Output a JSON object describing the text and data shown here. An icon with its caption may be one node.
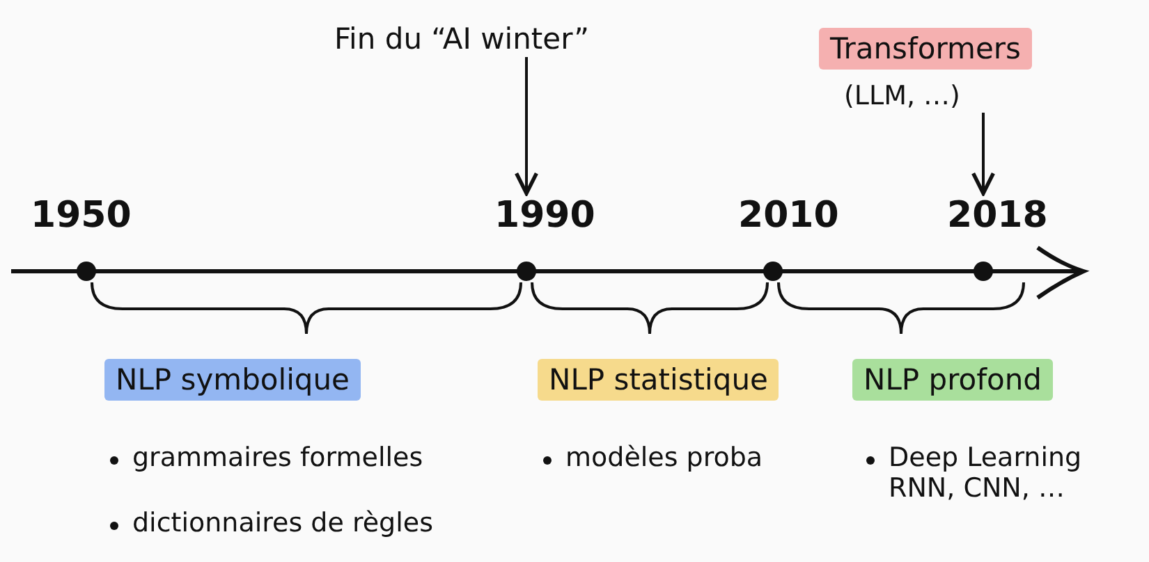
{
  "diagram": {
    "nodes": [
      {
        "text": [
          "Fin du “AI winter”"
        ]
      },
      {
        "text": [
          "Transformers"
        ],
        "beside": [
          "(LLM, …)"
        ]
      },
      {
        "text": [],
        "shape": "circle",
        "beside": [
          "1950"
        ]
      },
      {
        "text": [],
        "shape": "circle",
        "beside": [
          "1990"
        ]
      },
      {
        "text": [],
        "shape": "circle",
        "beside": [
          "2010"
        ]
      },
      {
        "text": [],
        "shape": "circle",
        "beside": [
          "2018"
        ]
      },
      {
        "text": [
          "NLP symbolique"
        ]
      },
      {
        "text": [
          "NLP statistique"
        ]
      },
      {
        "text": [
          "NLP profond"
        ]
      }
    ],
    "edges": [
      {
        "from": 0,
        "to": 3,
        "arrow": "to"
      },
      {
        "from": 1,
        "to": 5,
        "arrow": "to"
      }
    ],
    "labels": [
      "grammaires formelles",
      "modèles proba",
      "Deep Learning RNN, CNN, …",
      "dictionnaires de règles"
    ]
  }
}
